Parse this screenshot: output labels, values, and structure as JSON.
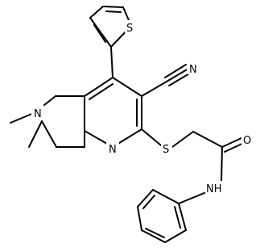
{
  "molecule": {
    "atoms": {
      "sulfur_thiophene": "S",
      "nitrogen_nitrile": "N",
      "nitrogen_methyl": "N",
      "nitrogen_pyridine": "N",
      "sulfur_thioether": "S",
      "oxygen_carbonyl": "O",
      "nitrogen_amide": "NH"
    }
  }
}
